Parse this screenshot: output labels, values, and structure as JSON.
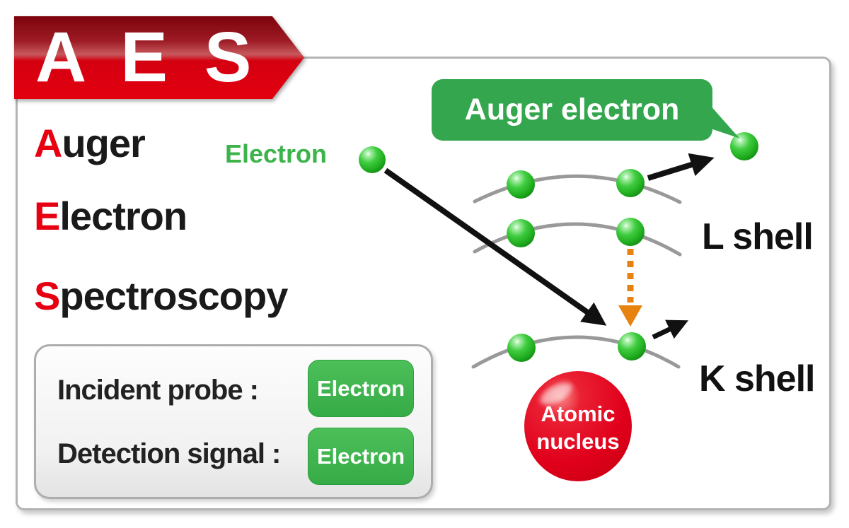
{
  "banner": {
    "title": "A E S"
  },
  "acronym": {
    "line1": {
      "initial": "A",
      "rest": "uger"
    },
    "line2": {
      "initial": "E",
      "rest": "lectron"
    },
    "line3": {
      "initial": "S",
      "rest": "pectroscopy"
    }
  },
  "info_box": {
    "row1": {
      "label": "Incident probe :",
      "value": "Electron"
    },
    "row2": {
      "label": "Detection signal :",
      "value": "Electron"
    }
  },
  "diagram": {
    "incident_electron_label": "Electron",
    "auger_bubble_label": "Auger electron",
    "shell_labels": {
      "l": "L shell",
      "k": "K shell"
    },
    "nucleus": {
      "line1": "Atomic",
      "line2": "nucleus"
    }
  },
  "colors": {
    "banner_red": "#d40010",
    "accent_red": "#e60012",
    "label_green": "#3cb34b",
    "bubble_green": "#34a74e",
    "button_green": "#3cb54a",
    "electron_ball_green": "#2fbf2f",
    "nucleus_red": "#e0001c",
    "transition_orange": "#e8820e",
    "shell_gray": "#999999"
  }
}
